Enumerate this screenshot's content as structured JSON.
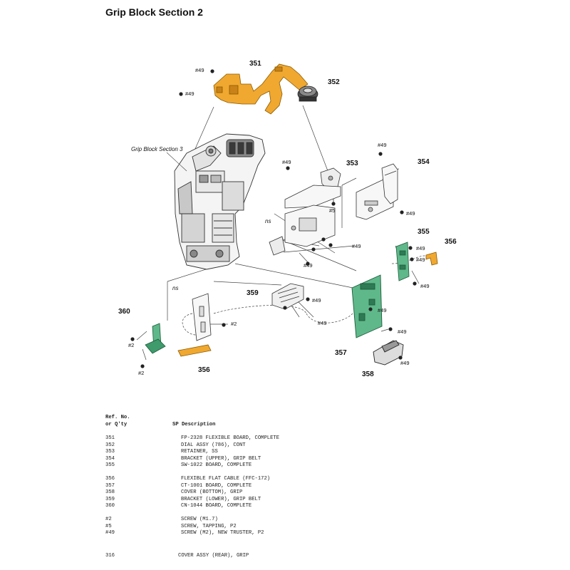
{
  "page": {
    "title": "Grip Block Section 2",
    "footer_page": "316",
    "footer_title": "COVER ASSY (REAR), GRIP"
  },
  "diagram": {
    "reference_label": "Grip Block Section 3",
    "ns_label": "ns",
    "callouts": {
      "p351": "351",
      "p352": "352",
      "p353": "353",
      "p354": "354",
      "p355": "355",
      "p356a": "356",
      "p356b": "356",
      "p357": "357",
      "p358": "358",
      "p359": "359",
      "p360": "360"
    },
    "screw_labels": {
      "s49": "#49",
      "s5": "#5",
      "s2": "#2"
    },
    "colors": {
      "flex_orange": "#f0a830",
      "board_green": "#5fb88a",
      "line": "#333333"
    }
  },
  "parts_table": {
    "header": {
      "col1_line1": "Ref. No.",
      "col1_line2": "or Q'ty",
      "col2": "SP Description"
    },
    "groups": [
      [
        {
          "ref": "351",
          "desc": "FP-2328 FLEXIBLE BOARD, COMPLETE"
        },
        {
          "ref": "352",
          "desc": "DIAL ASSY (786), CONT"
        },
        {
          "ref": "353",
          "desc": "RETAINER, SS"
        },
        {
          "ref": "354",
          "desc": "BRACKET (UPPER), GRIP BELT"
        },
        {
          "ref": "355",
          "desc": "SW-1022 BOARD, COMPLETE"
        }
      ],
      [
        {
          "ref": "356",
          "desc": "FLEXIBLE FLAT CABLE (FFC-172)"
        },
        {
          "ref": "357",
          "desc": "CT-1001 BOARD, COMPLETE"
        },
        {
          "ref": "358",
          "desc": "COVER (BOTTOM), GRIP"
        },
        {
          "ref": "359",
          "desc": "BRACKET (LOWER), GRIP BELT"
        },
        {
          "ref": "360",
          "desc": "CN-1044 BOARD, COMPLETE"
        }
      ],
      [
        {
          "ref": "#2",
          "desc": "SCREW (M1.7)"
        },
        {
          "ref": "#5",
          "desc": "SCREW, TAPPING, P2"
        },
        {
          "ref": "#49",
          "desc": "SCREW (M2), NEW TRUSTER, P2"
        }
      ]
    ]
  }
}
